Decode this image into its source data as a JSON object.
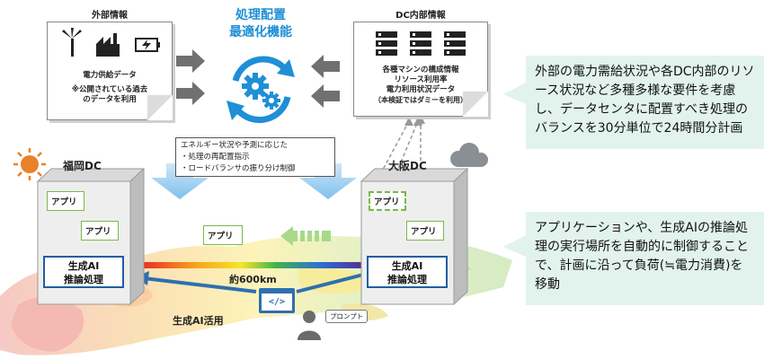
{
  "external": {
    "title": "外部情報",
    "label": "電力供給データ",
    "note": "※公開されている過去\nのデータを利用"
  },
  "function": {
    "title_line1": "処理配置",
    "title_line2": "最適化機能"
  },
  "dc_internal": {
    "title": "DC内部情報",
    "line1": "各種マシンの構成情報",
    "line2": "リソース利用率",
    "line3": "電力利用状況データ",
    "line4": "（本検証ではダミーを利用）"
  },
  "control": {
    "line1": "エネルギー状況や予測に応じた",
    "line2": "・処理の再配置指示",
    "line3": "・ロードバランサの振り分け制御"
  },
  "fukuoka": {
    "label": "福岡DC",
    "app1": "アプリ",
    "app2": "アプリ",
    "ai": "生成AI\n推論処理"
  },
  "osaka": {
    "label": "大阪DC",
    "app1": "アプリ",
    "app2": "アプリ",
    "ai": "生成AI\n推論処理"
  },
  "moving_app": "アプリ",
  "distance": "約600km",
  "genai_use": "生成AI活用",
  "prompt": "プロンプト",
  "callout1": "外部の電力需給状況や各DC内部のリソース状況など多種多様な要件を考慮し、データセンタに配置すべき処理のバランスを30分単位で24時間分計画",
  "callout2": "アプリケーションや、生成AIの推論処理の実行場所を自動的に制御することで、計画に沿って負荷(≒電力消費)を移動",
  "colors": {
    "accent_blue": "#1f8fd6",
    "app_border": "#79b94a",
    "ai_border": "#1f5fa3",
    "callout_bg": "#e2f3ee"
  }
}
